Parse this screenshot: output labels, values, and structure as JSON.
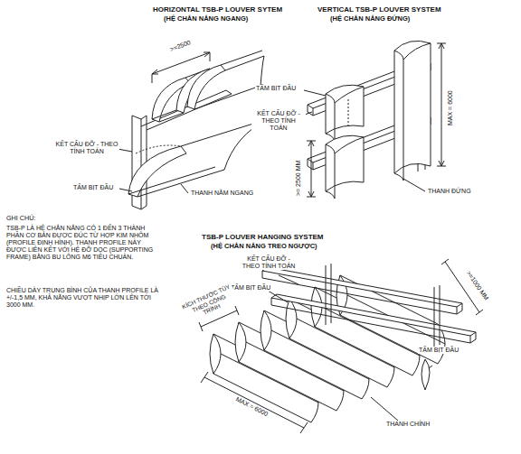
{
  "diagram": {
    "labels": [
      "HORIZONTAL  TSB-P LOUVER SYTEM",
      "(HỆ CHẮN NẮNG NGANG)",
      "VERTICAL TSB-P LOUVER SYSTEM",
      "(HỆ CHẮN NẮNG ĐỨNG)",
      ">=2500",
      "KẾT CẤU ĐỠ - THEO TÍNH TOÁN",
      "TẤM BỊT ĐẦU",
      "THANH NẰM NGANG",
      "TẤM BỊT ĐẦU",
      "KẾT CẤU ĐỠ - THEO TÍNH TOÁN",
      "MAX = 6000",
      ">= 2500 MM",
      "THANH ĐỨNG",
      "GHI CHÚ:",
      "TSB-P LÀ HỆ CHẮN NẮNG CÓ 1 ĐẾN 3 THÀNH PHẦN CƠ BẢN ĐƯỢC ĐÚC TỪ HỢP KIM NHÔM (PROFILE ĐỊNH HÌNH). THANH PROFILE NÀY ĐƯỢC LIÊN KẾT VỚI HỆ ĐỠ DỌC (SUPPORTING FRAME) BẰNG BU LÔNG M6 TIÊU CHUẨN.",
      "CHIỀU DÀY TRUNG BÌNH CỦA THANH PROFILE LÀ +/-1,5 MM, KHẢ NĂNG VƯỢT NHỊP LỚN LÊN TỚI 3000 MM.",
      "TSB-P LOUVER HANGING SYSTEM",
      "(HỆ CHẮN NẮNG TREO NGƯỢC)",
      "KẾT CẤU ĐỠ - THEO TÍNH TOÁN",
      "TẤM BỊT ĐẦU",
      ">=1000 MM",
      "KÍCH THƯỚC TÙY THEO CÔNG TRÌNH",
      "MAX = 6000",
      "TẤM BỊT ĐẦU",
      "THANH CHÍNH"
    ]
  }
}
